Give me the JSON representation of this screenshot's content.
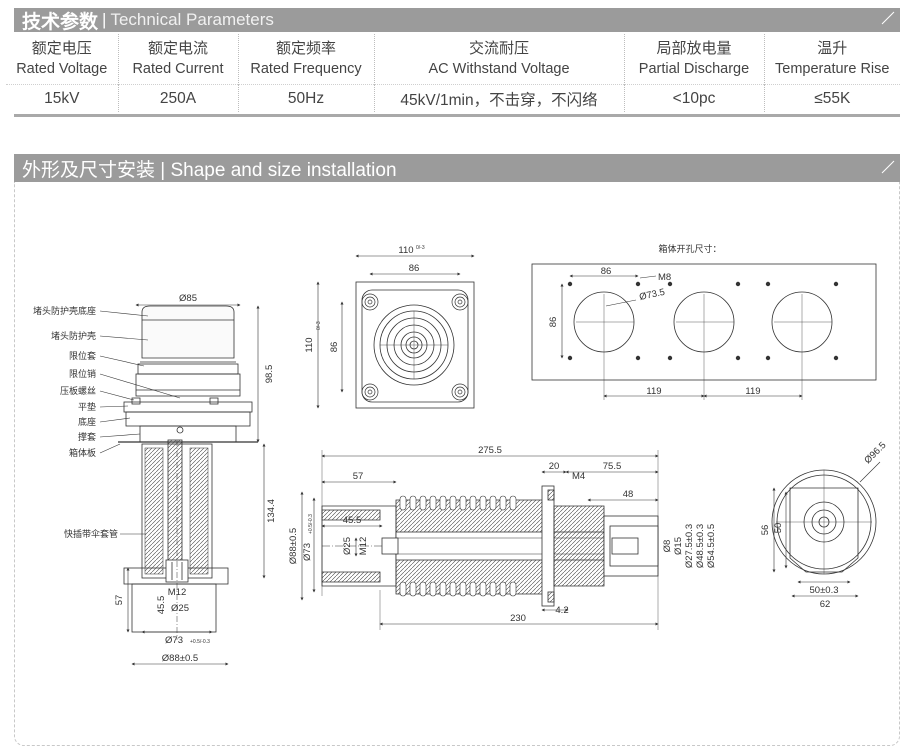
{
  "section1": {
    "title_zh": "技术参数",
    "separator": "|",
    "title_en": "Technical Parameters"
  },
  "table": {
    "headers": [
      {
        "zh": "额定电压",
        "en": "Rated Voltage"
      },
      {
        "zh": "额定电流",
        "en": "Rated Current"
      },
      {
        "zh": "额定频率",
        "en": "Rated Frequency"
      },
      {
        "zh": "交流耐压",
        "en": "AC Withstand Voltage"
      },
      {
        "zh": "局部放电量",
        "en": "Partial Discharge"
      },
      {
        "zh": "温升",
        "en": "Temperature Rise"
      }
    ],
    "row": [
      "15kV",
      "250A",
      "50Hz",
      "45kV/1min，不击穿，不闪络",
      "<10pc",
      "≤55K"
    ]
  },
  "section2": {
    "title": "外形及尺寸安装 | Shape and size installation"
  },
  "side_view": {
    "labels": [
      "堵头防护壳底座",
      "堵头防护壳",
      "限位套",
      "限位销",
      "压板螺丝",
      "平垫",
      "底座",
      "撑套",
      "箱体板",
      "快插带伞套管"
    ],
    "dims": {
      "d85": "Ø85",
      "h98": "98.5",
      "h134": "134.4",
      "m12": "M12",
      "h57": "57",
      "h45": "45.5",
      "d25": "Ø25",
      "d73": "Ø73",
      "d73_tol": "+0.5/-0.3",
      "d88": "Ø88±0.5"
    }
  },
  "top_view": {
    "w110": "110",
    "w110_tol": "0/-3",
    "w86": "86",
    "h110": "110",
    "h110_tol": "0/-3",
    "h86": "86"
  },
  "cutout": {
    "title": "箱体开孔尺寸：",
    "w86": "86",
    "m8": "M8",
    "d73": "Ø73.5",
    "h86": "86",
    "pitch1": "119",
    "pitch2": "119"
  },
  "section_view": {
    "l275": "275.5",
    "l57": "57",
    "l20": "20",
    "m4": "M4",
    "l75": "75.5",
    "l48": "48",
    "l45": "45.5",
    "d25": "Ø25",
    "m12": "M12",
    "d88": "Ø88±0.5",
    "d73": "Ø73",
    "d73_tol": "+0.5/-0.3",
    "d8": "Ø8",
    "d15": "Ø15",
    "d27": "Ø27.5±0.3",
    "d48": "Ø48.5±0.3",
    "d54": "Ø54.5±0.5",
    "l42": "4.2",
    "l230": "230"
  },
  "end_view": {
    "d96": "Ø96.5",
    "h56": "56",
    "h50": "50",
    "w50": "50±0.3",
    "w62": "62"
  }
}
